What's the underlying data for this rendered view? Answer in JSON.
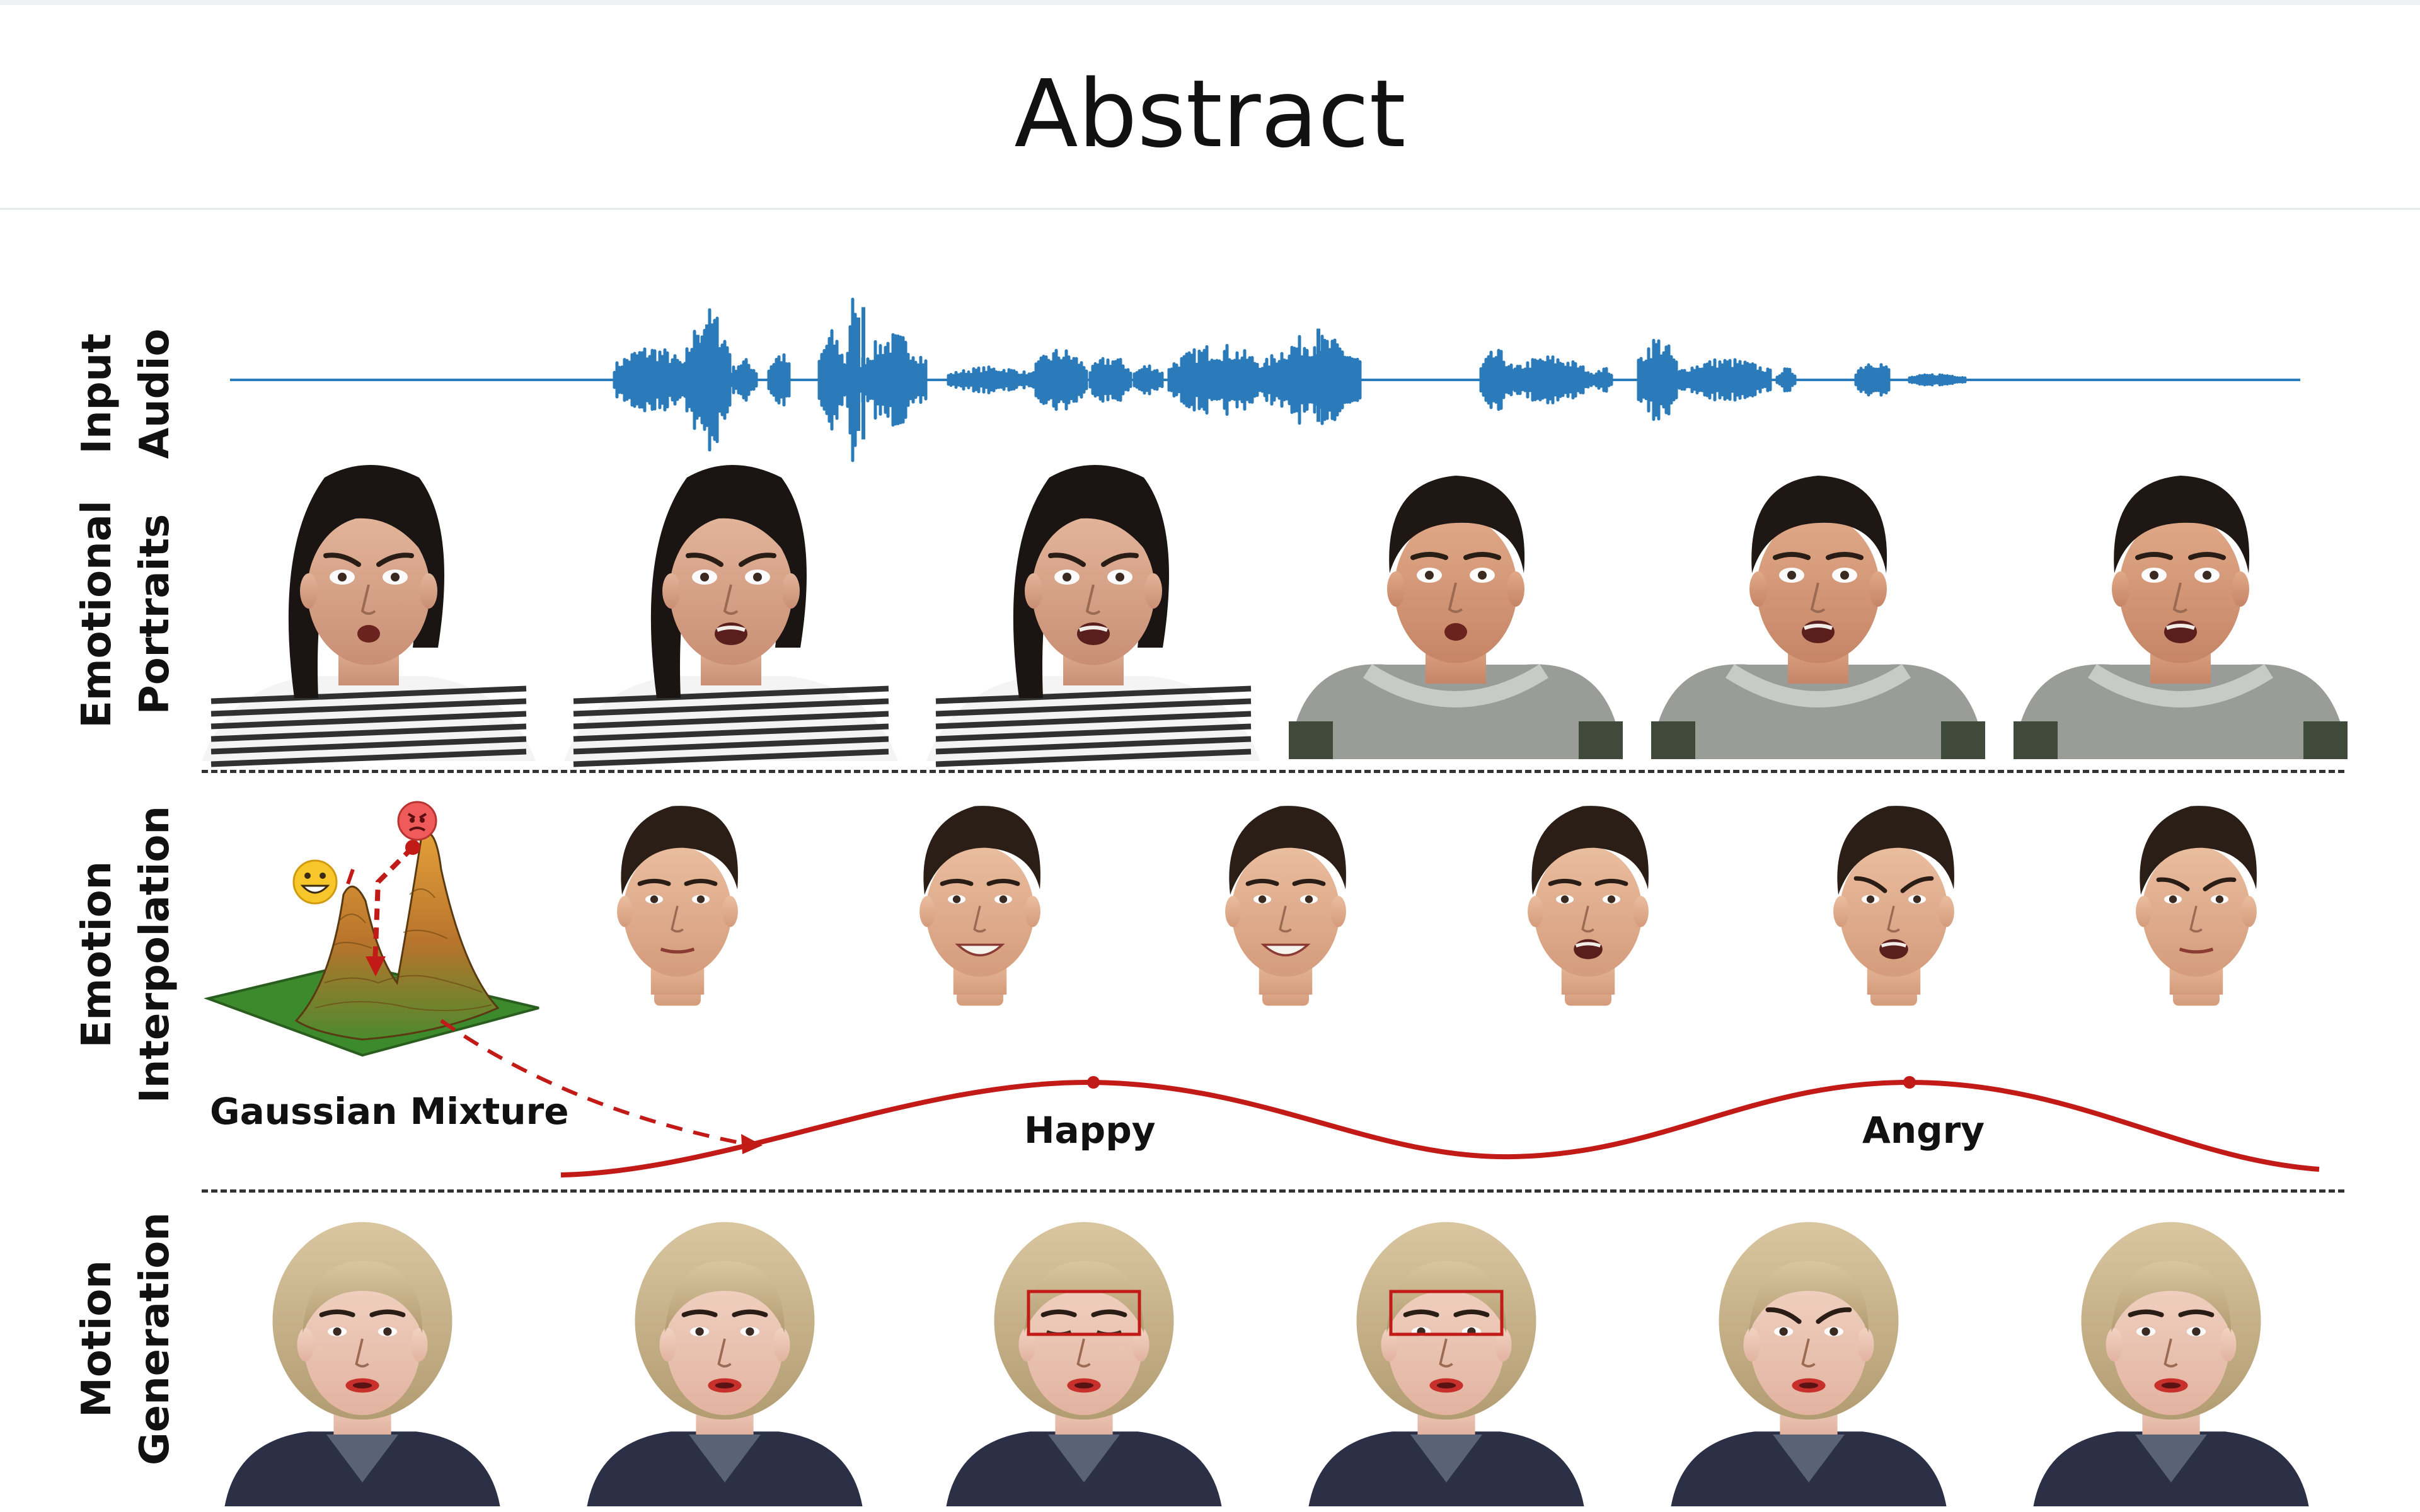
{
  "header": {
    "title": "Abstract"
  },
  "rows": {
    "input_audio": {
      "line1": "Input",
      "line2": "Audio"
    },
    "emotional_portraits": {
      "line1": "Emotional",
      "line2": "Portraits"
    },
    "emotion_interpolation": {
      "line1": "Emotion",
      "line2": "Interpolation"
    },
    "motion_generation": {
      "line1": "Motion",
      "line2": "Generation"
    }
  },
  "interpolation": {
    "mixture_label": "Gaussian Mixture",
    "peak_labels": [
      "Happy",
      "Angry"
    ],
    "emojis": [
      "happy-emoji",
      "angry-emoji"
    ]
  },
  "portraits": {
    "subjects": [
      "woman-striped-shirt",
      "woman-striped-shirt",
      "woman-striped-shirt",
      "man-gray-hoodie",
      "man-gray-hoodie",
      "man-gray-hoodie"
    ]
  },
  "interp_faces": {
    "count": 6
  },
  "motion_faces": {
    "count": 6,
    "highlighted": [
      2,
      3
    ]
  },
  "colors": {
    "waveform": "#2b7bba",
    "curve": "#c21b17",
    "highlight_box": "#c21b17",
    "divider": "#333333"
  }
}
